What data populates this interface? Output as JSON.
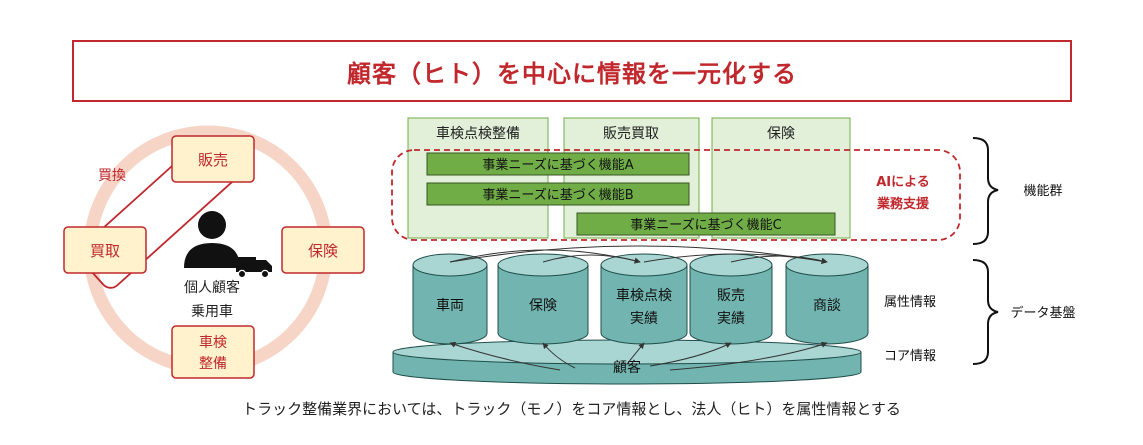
{
  "title": "顧客（ヒト）を中心に情報を一元化する",
  "cycle": {
    "nodes": {
      "sales": "販売",
      "purchase": "買取",
      "insurance": "保険",
      "inspection_line1": "車検",
      "inspection_line2": "整備"
    },
    "replacement_label": "買換",
    "customer_label": "個人顧客",
    "vehicle_label": "乗用車"
  },
  "function_columns": [
    "車検点検整備",
    "販売買取",
    "保険"
  ],
  "functions": [
    "事業ニーズに基づく機能A",
    "事業ニーズに基づく機能B",
    "事業ニーズに基づく機能C"
  ],
  "ai_support": {
    "line1": "AIによる",
    "line2": "業務支援"
  },
  "databases": [
    {
      "line1": "車両",
      "line2": ""
    },
    {
      "line1": "保険",
      "line2": ""
    },
    {
      "line1": "車検点検",
      "line2": "実績"
    },
    {
      "line1": "販売",
      "line2": "実績"
    },
    {
      "line1": "商談",
      "line2": ""
    }
  ],
  "core_db_label": "顧客",
  "layer_labels": {
    "function_group": "機能群",
    "attribute_info": "属性情報",
    "data_platform": "データ基盤",
    "core_info": "コア情報"
  },
  "footer": "トラック整備業界においては、トラック（モノ）をコア情報とし、法人（ヒト）を属性情報とする",
  "colors": {
    "accent_red": "#c0282d",
    "node_fill": "#fff2cc",
    "column_fill": "#e2f0d9",
    "function_fill": "#70ad47",
    "db_fill": "#72b5b0",
    "ring": "#f6d5c7"
  }
}
